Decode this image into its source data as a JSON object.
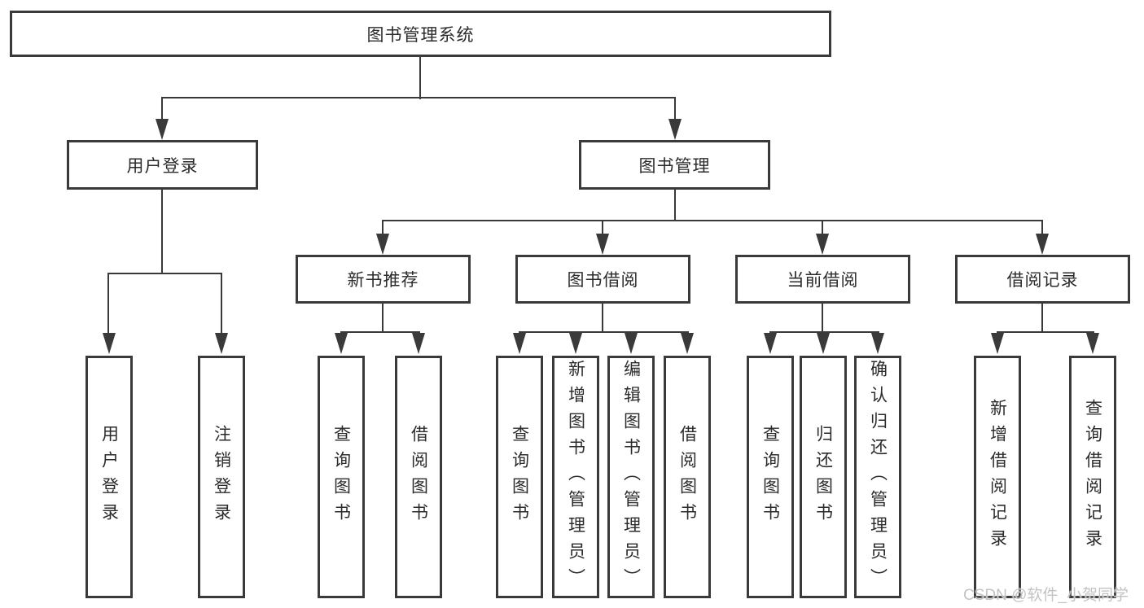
{
  "tree": {
    "root": {
      "label": "图书管理系统"
    },
    "branches": [
      {
        "label": "用户登录",
        "children": [
          {
            "label": "用户登录"
          },
          {
            "label": "注销登录"
          }
        ]
      },
      {
        "label": "图书管理",
        "children": [
          {
            "label": "新书推荐",
            "children": [
              {
                "label": "查询图书"
              },
              {
                "label": "借阅图书"
              }
            ]
          },
          {
            "label": "图书借阅",
            "children": [
              {
                "label": "查询图书"
              },
              {
                "label": "新增图书（管理员）"
              },
              {
                "label": "编辑图书（管理员）"
              },
              {
                "label": "借阅图书"
              }
            ]
          },
          {
            "label": "当前借阅",
            "children": [
              {
                "label": "查询图书"
              },
              {
                "label": "归还图书"
              },
              {
                "label": "确认归还（管理员）"
              }
            ]
          },
          {
            "label": "借阅记录",
            "children": [
              {
                "label": "新增借阅记录"
              },
              {
                "label": "查询借阅记录"
              }
            ]
          }
        ]
      }
    ]
  },
  "watermark": "CSDN @软件_小贺同学",
  "colors": {
    "line": "#3a3a3a",
    "text": "#2b2b2b",
    "background": "#ffffff",
    "watermark": "#c3c3c3"
  }
}
